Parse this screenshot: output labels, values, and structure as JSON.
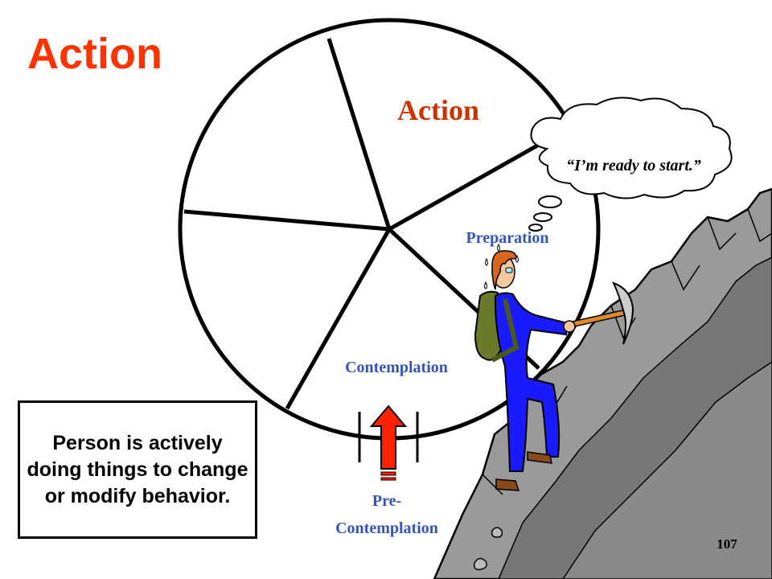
{
  "slide": {
    "title": "Action",
    "description": "Person is actively doing things to change or modify behavior.",
    "page_number": "107"
  },
  "cycle": {
    "segments": {
      "action": "Action",
      "preparation": "Preparation",
      "contemplation": "Contemplation",
      "precontemplation_line1": "Pre-",
      "precontemplation_line2": "Contemplation"
    }
  },
  "thought_bubble": {
    "text": "“I’m ready to start.”"
  },
  "colors": {
    "title": "#ff3300",
    "action_label": "#cc3300",
    "stage_labels": "#3355bb",
    "arrow": "#ff2200",
    "climber_suit": "#1a1aff",
    "backpack": "#6b7a2a",
    "cliff": "#9a9a9a"
  }
}
